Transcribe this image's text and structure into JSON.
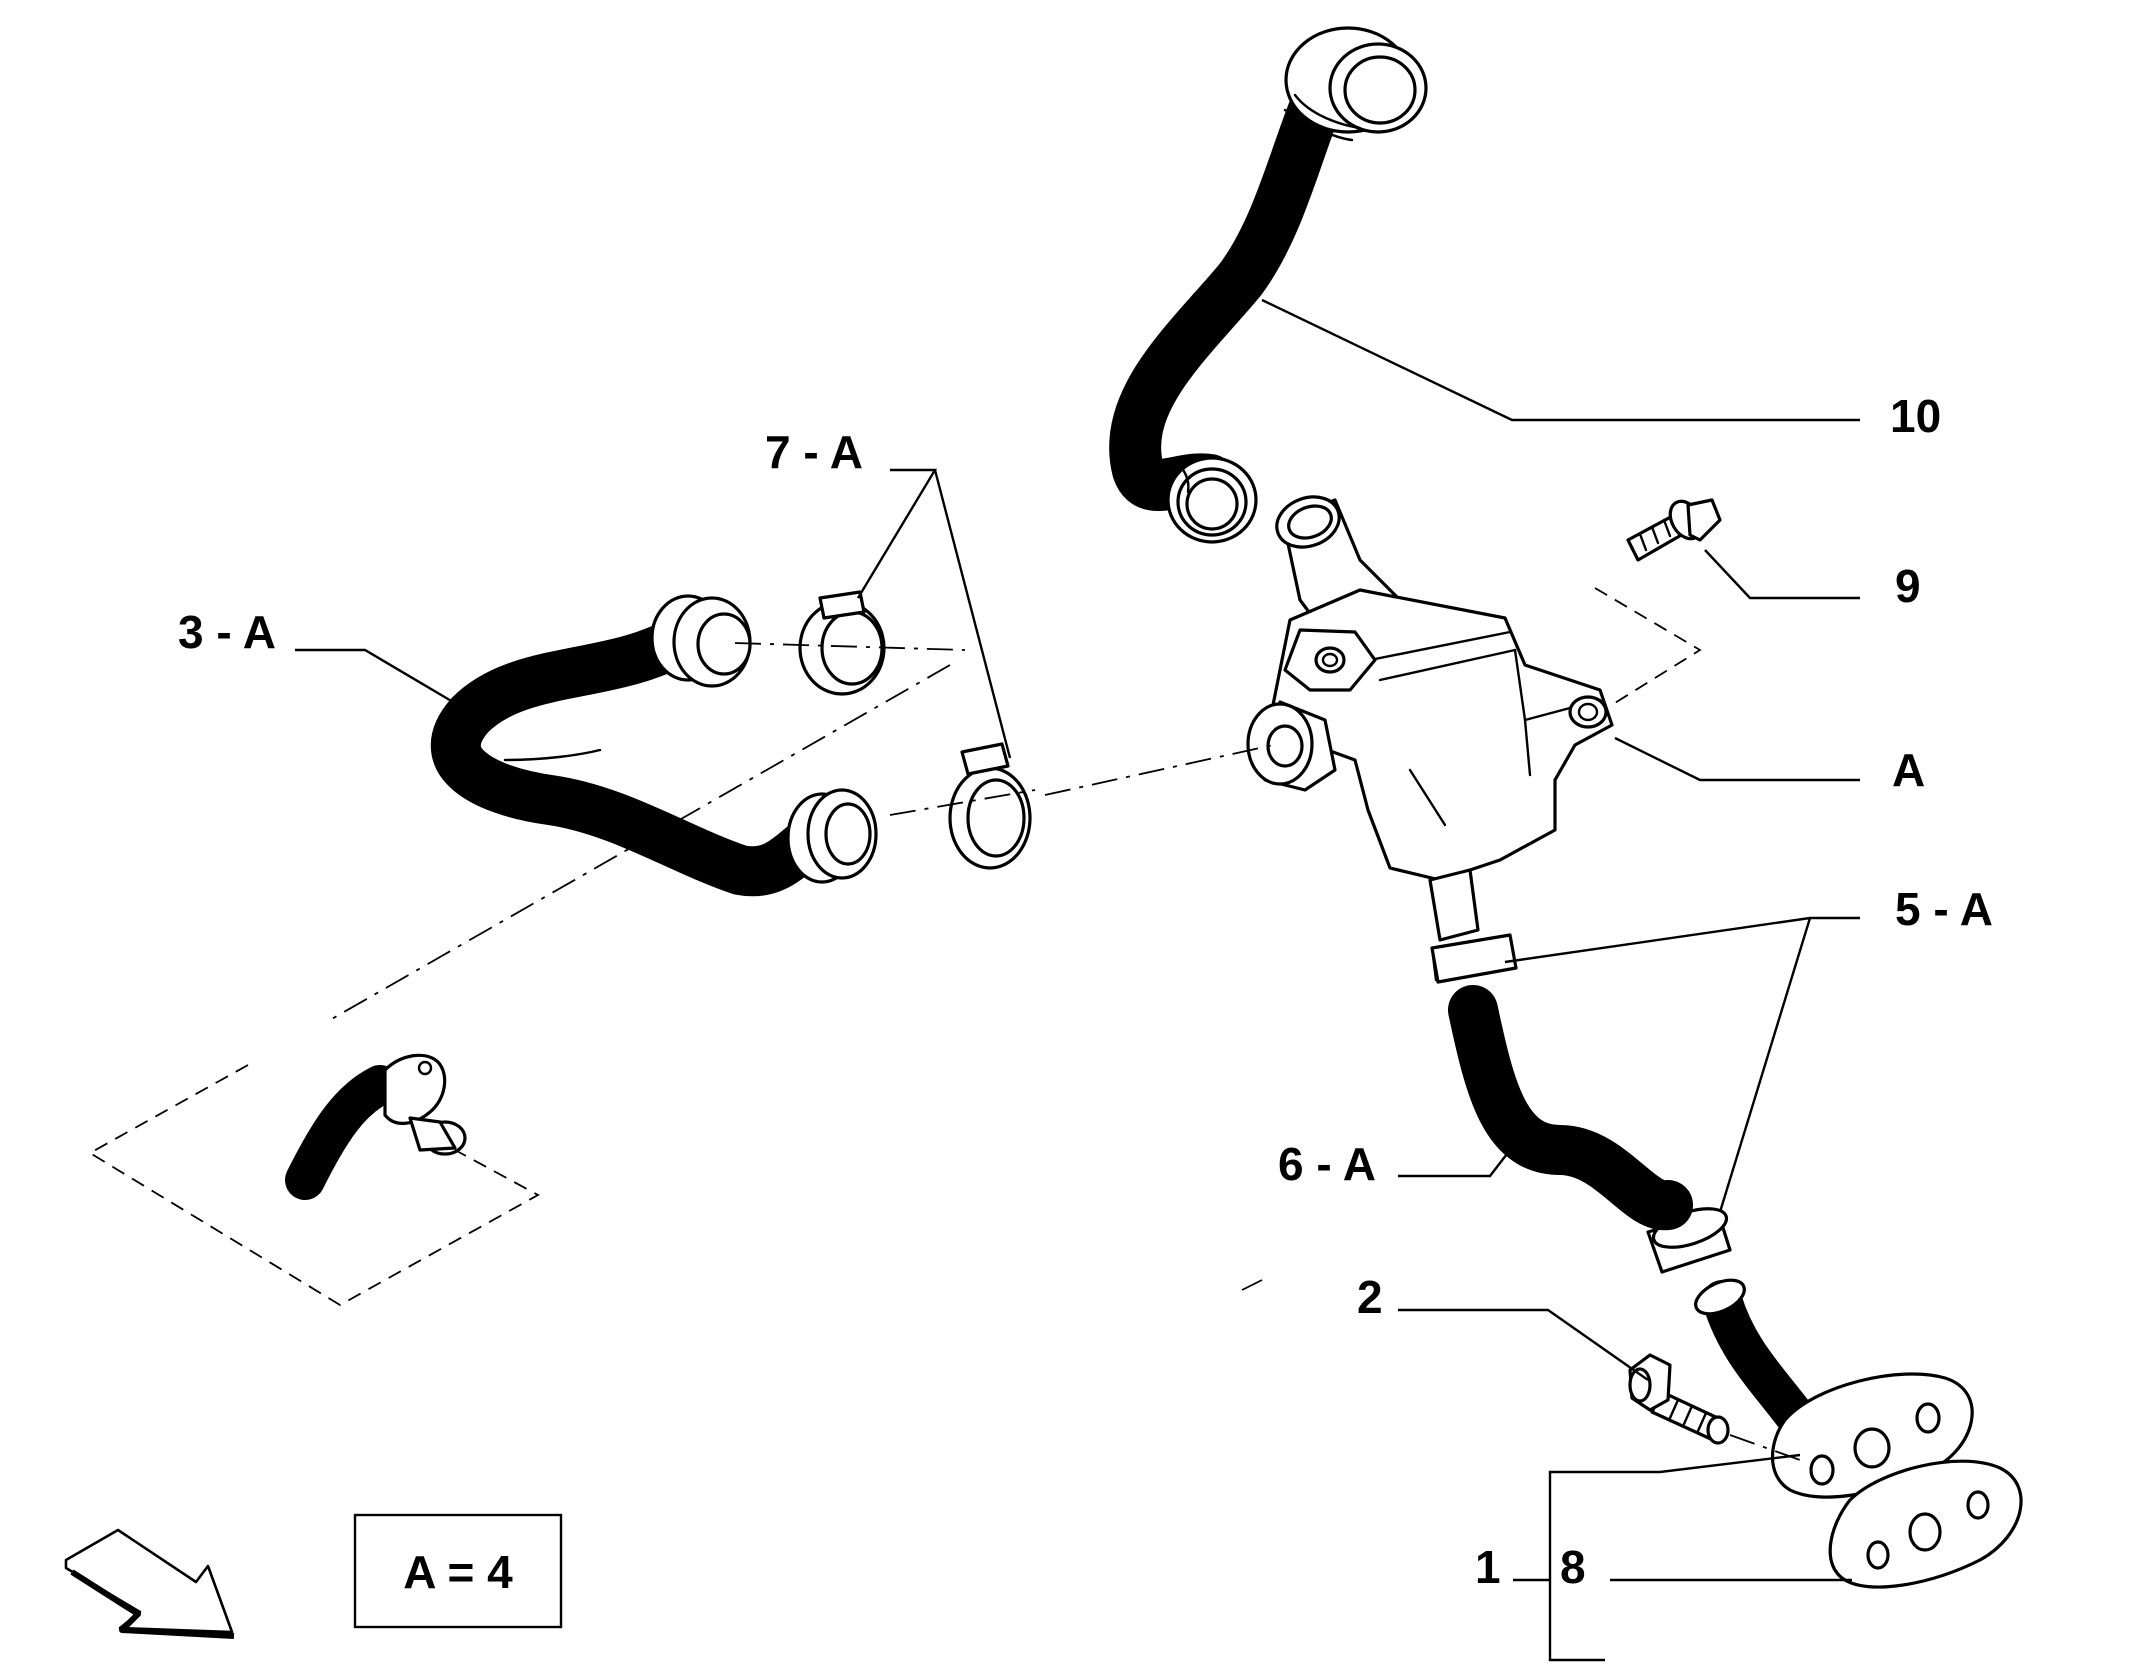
{
  "callouts": {
    "part_10": "10",
    "part_9": "9",
    "part_a": "A",
    "part_5a": "5 - A",
    "part_6a": "6 - A",
    "part_2": "2",
    "part_1": "1",
    "part_8": "8",
    "part_7a": "7 - A",
    "part_3a": "3 - A"
  },
  "legend": {
    "text": "A = 4"
  },
  "colors": {
    "line": "#000000",
    "background": "#ffffff"
  },
  "icons": {
    "orientation": "direction-arrow-icon"
  }
}
